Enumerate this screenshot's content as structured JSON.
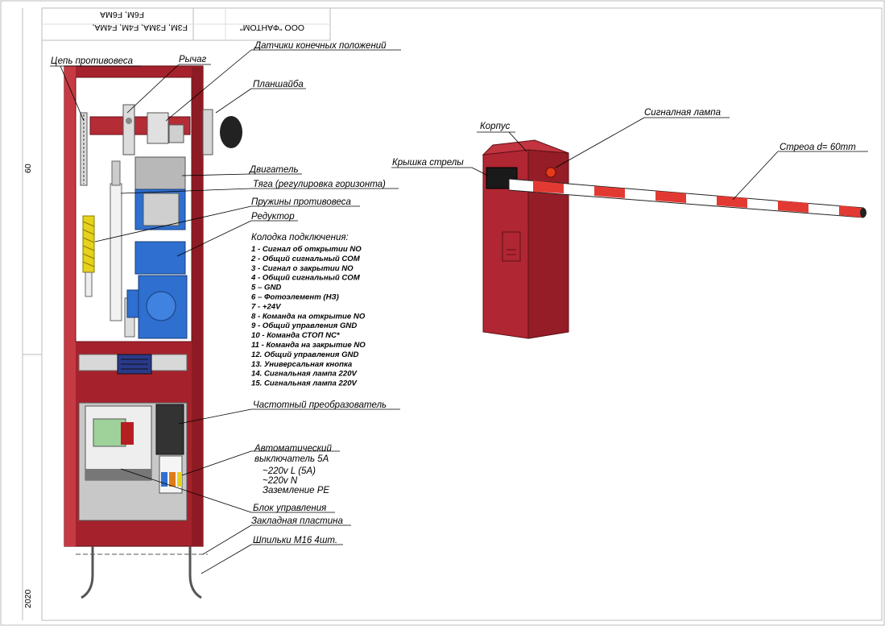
{
  "title_block": {
    "models_line1": "F3M, F3MA, F4M, F4MA,",
    "models_line2": "F6M, F6MA",
    "company": "ООО \"ФАНТОМ\""
  },
  "margin": {
    "top_number": "60",
    "bottom_year": "2020"
  },
  "labels": {
    "counterweight_chain": "Цепь противовеса",
    "lever": "Рычаг",
    "limit_sensors": "Датчики конечных положений",
    "faceplate": "Планшайба",
    "motor": "Двигатель",
    "rod": "Тяга (регулировка горизонта)",
    "springs": "Пружины противовеса",
    "reducer": "Редуктор",
    "terminal_header": "Колодка подключения:",
    "freq_converter": "Частотный преобразователь",
    "breaker_line1": "Автоматический",
    "breaker_line2": "выключатель 5А",
    "breaker_l": "~220v L (5A)",
    "breaker_n": "~220v N",
    "breaker_pe": "Заземление PE",
    "control_unit": "Блок управления",
    "embedded_plate": "Закладная пластина",
    "studs": "Шпильки М16 4шт.",
    "housing": "Корпус",
    "signal_lamp": "Сигналная лампа",
    "boom_cover": "Крышка стрелы",
    "boom": "Стреоа d= 60mm"
  },
  "terminals": [
    "1 - Сигнал об открытии NO",
    "2 - Общий сигнальный COM",
    "3 - Сигнал о закрытии NO",
    "4 - Общий сигнальный COM",
    "5 – GND",
    "6 – Фотоэлемент (НЗ)",
    "7 - +24V",
    "8 - Команда на открытие NO",
    "9 - Общий управления GND",
    "10 - Команда СТОП NC*",
    "11 - Команда на закрытие NO",
    "12. Общий управления GND",
    "13. Универсальная кнопка",
    "14. Сигнальная лампа 220V",
    "15. Сигнальная лампа 220V"
  ],
  "colors": {
    "body_red": "#a5222c",
    "motor_blue": "#2e6fcf",
    "spring_yellow": "#e6d21a"
  }
}
